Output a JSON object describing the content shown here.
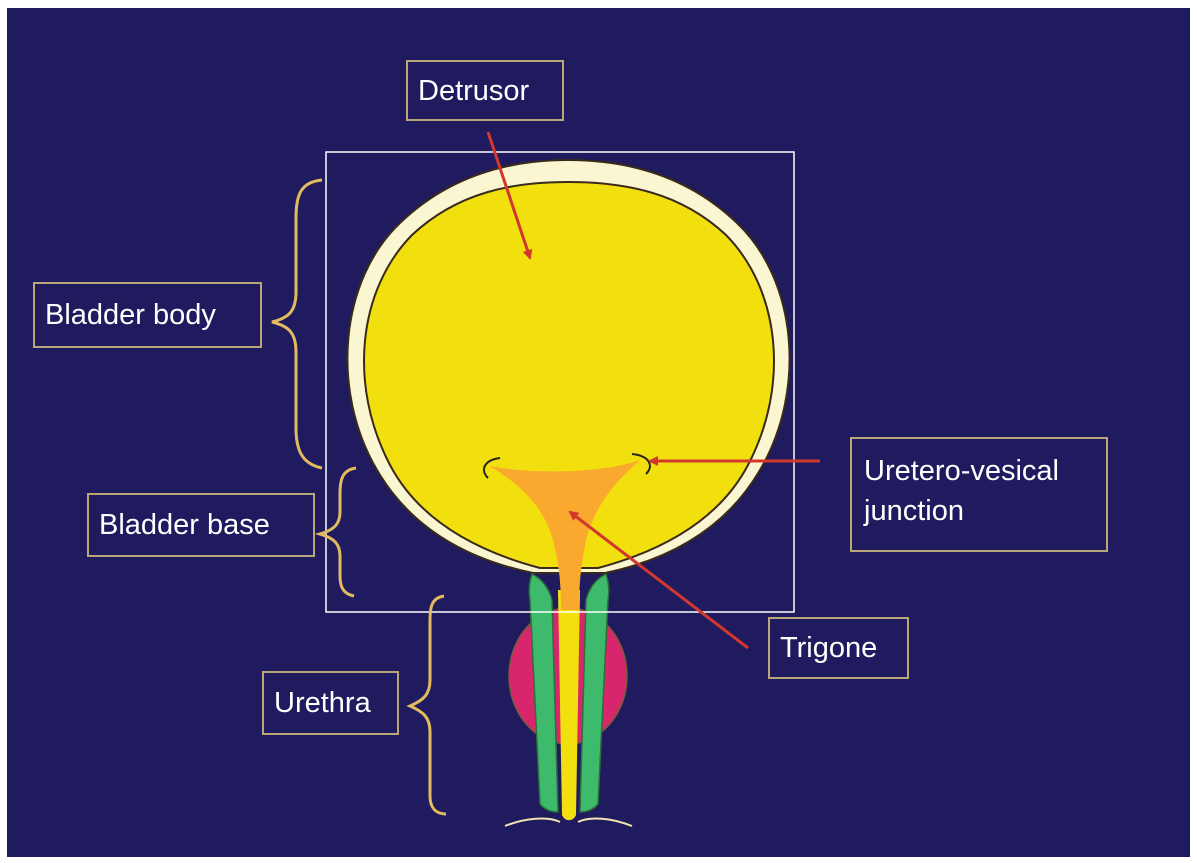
{
  "labels": {
    "detrusor": "Detrusor",
    "bladder_body": "Bladder body",
    "bladder_base": "Bladder base",
    "urethra": "Urethra",
    "uretero_vesical_line1": "Uretero-vesical",
    "uretero_vesical_line2": "junction",
    "trigone": "Trigone"
  },
  "colors": {
    "background": "#1f1b5e",
    "bladder_wall": "#fbf6d2",
    "bladder_lumen": "#f2df0e",
    "trigone": "#f8a92e",
    "urethra_muscle": "#3dba6c",
    "prostate": "#d7266b",
    "arrow": "#d2382c",
    "bracket": "#e2bb5e",
    "label_border": "#b9a779",
    "highlight_box": "#ffffff"
  }
}
